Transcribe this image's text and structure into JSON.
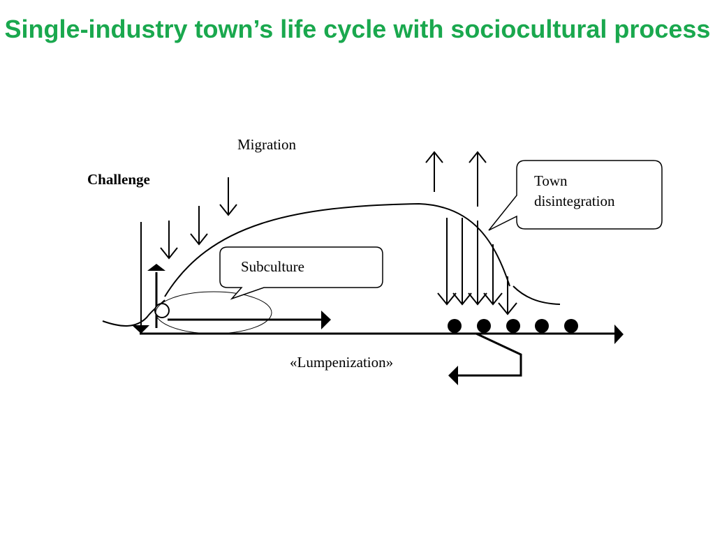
{
  "slide": {
    "title": "Single-industry town’s life cycle with sociocultural process",
    "accent_color": "#1aa84e"
  },
  "diagram": {
    "migration_label": "Migration",
    "challenge_label": "Challenge",
    "subculture_label": "Subculture",
    "town_disintegration_label": "Town disintegration",
    "lumpenization_label": "«Lumpenization»"
  }
}
